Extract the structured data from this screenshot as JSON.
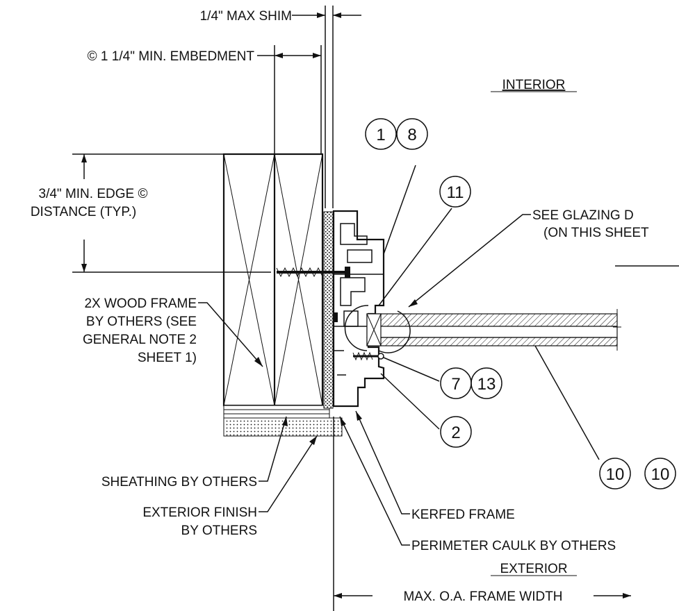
{
  "labels": {
    "max_shim": "1/4\" MAX SHIM",
    "embedment": "© 1 1/4\" MIN. EMBEDMENT",
    "interior": "INTERIOR",
    "edge_line1": "3/4\" MIN. EDGE ©",
    "edge_line2": "DISTANCE (TYP.)",
    "glazing_line1": "SEE GLAZING D",
    "glazing_line2": "(ON THIS SHEET",
    "wood_line1": "2X WOOD FRAME",
    "wood_line2": "BY OTHERS (SEE",
    "wood_line3": "GENERAL NOTE 2",
    "wood_line4": "SHEET 1)",
    "sheathing": "SHEATHING BY OTHERS",
    "finish_line1": "EXTERIOR FINISH",
    "finish_line2": "BY OTHERS",
    "kerfed": "KERFED FRAME",
    "caulk": "PERIMETER CAULK BY OTHERS",
    "exterior": "EXTERIOR",
    "frame_width": "MAX. O.A. FRAME WIDTH"
  },
  "callouts": {
    "c1": "1",
    "c8": "8",
    "c11": "11",
    "c7": "7",
    "c13": "13",
    "c2": "2",
    "c10a": "10",
    "c10b": "10"
  },
  "colors": {
    "ink": "#111111",
    "paper": "#ffffff"
  }
}
